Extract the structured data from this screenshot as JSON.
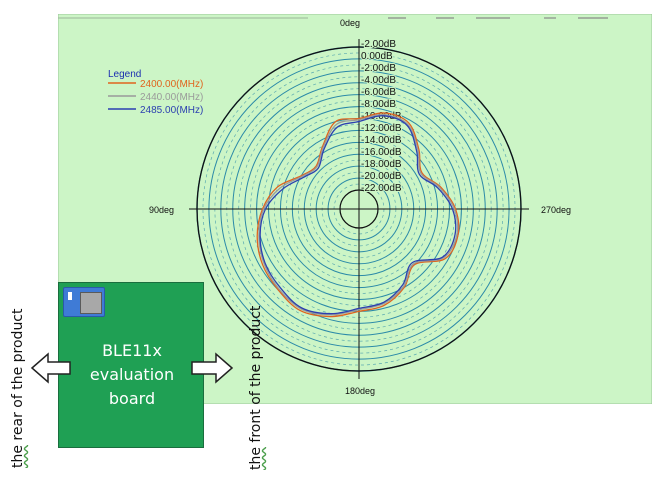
{
  "chart_data": {
    "type": "polar-line",
    "angle_labels": {
      "top": "0deg",
      "left": "90deg",
      "bottom": "180deg",
      "right": "270deg"
    },
    "radial_scale": {
      "unit": "dB",
      "ticks": [
        "-2.00dB",
        "0.00dB",
        "-2.00dB",
        "-4.00dB",
        "-6.00dB",
        "-8.00dB",
        "-10.00dB",
        "-12.00dB",
        "-14.00dB",
        "-16.00dB",
        "-18.00dB",
        "-20.00dB",
        "-22.00dB"
      ],
      "max": 2,
      "min": -22
    },
    "legend": {
      "title": "Legend",
      "position": "top-left"
    },
    "angles_deg": [
      0,
      15,
      30,
      45,
      60,
      75,
      90,
      105,
      120,
      135,
      150,
      165,
      180,
      195,
      210,
      225,
      240,
      255,
      270,
      285,
      300,
      315,
      330,
      345
    ],
    "series": [
      {
        "name": "2400.00(MHz)",
        "color": "#e0641e",
        "values": [
          -10,
          -10,
          -13,
          -15,
          -14,
          -11,
          -9,
          -7.5,
          -6.5,
          -6,
          -5.5,
          -6.5,
          -8,
          -8.5,
          -10,
          -12,
          -8.5,
          -8,
          -9,
          -11,
          -13,
          -11,
          -8.5,
          -8.5
        ]
      },
      {
        "name": "2440.00(MHz)",
        "color": "#9a9a9a",
        "values": [
          -10.2,
          -10.5,
          -13.2,
          -15.2,
          -14.2,
          -11.5,
          -9.2,
          -7.8,
          -6.8,
          -6.2,
          -5.8,
          -6.8,
          -8.3,
          -8.8,
          -10.2,
          -12.2,
          -8.8,
          -8.2,
          -9.2,
          -11.2,
          -13.2,
          -11.2,
          -8.8,
          -8.8
        ]
      },
      {
        "name": "2485.00(MHz)",
        "color": "#2b3fb0",
        "values": [
          -10.5,
          -11,
          -13.5,
          -15.5,
          -14.5,
          -12,
          -9.5,
          -8,
          -7,
          -6.5,
          -6,
          -7,
          -8.5,
          -9,
          -10.5,
          -12.5,
          -9,
          -8.5,
          -9.5,
          -11.5,
          -13.5,
          -11.5,
          -9,
          -9
        ]
      }
    ]
  },
  "board": {
    "line1": "BLE11x",
    "line2": "evaluation",
    "line3": "board"
  },
  "labels": {
    "rear_the": "the",
    "rear_rest": " rear of the product",
    "front_the": "the",
    "front_rest": " front of the product"
  },
  "colors": {
    "plot_bg": "#ccf5c6",
    "grid_line": "#2b8aa8",
    "board_green": "#1fa054",
    "board_icon_blue": "#3f7bd6"
  },
  "icons": [
    "left-double-arrow-icon",
    "right-double-arrow-icon",
    "board-chip-icon"
  ]
}
